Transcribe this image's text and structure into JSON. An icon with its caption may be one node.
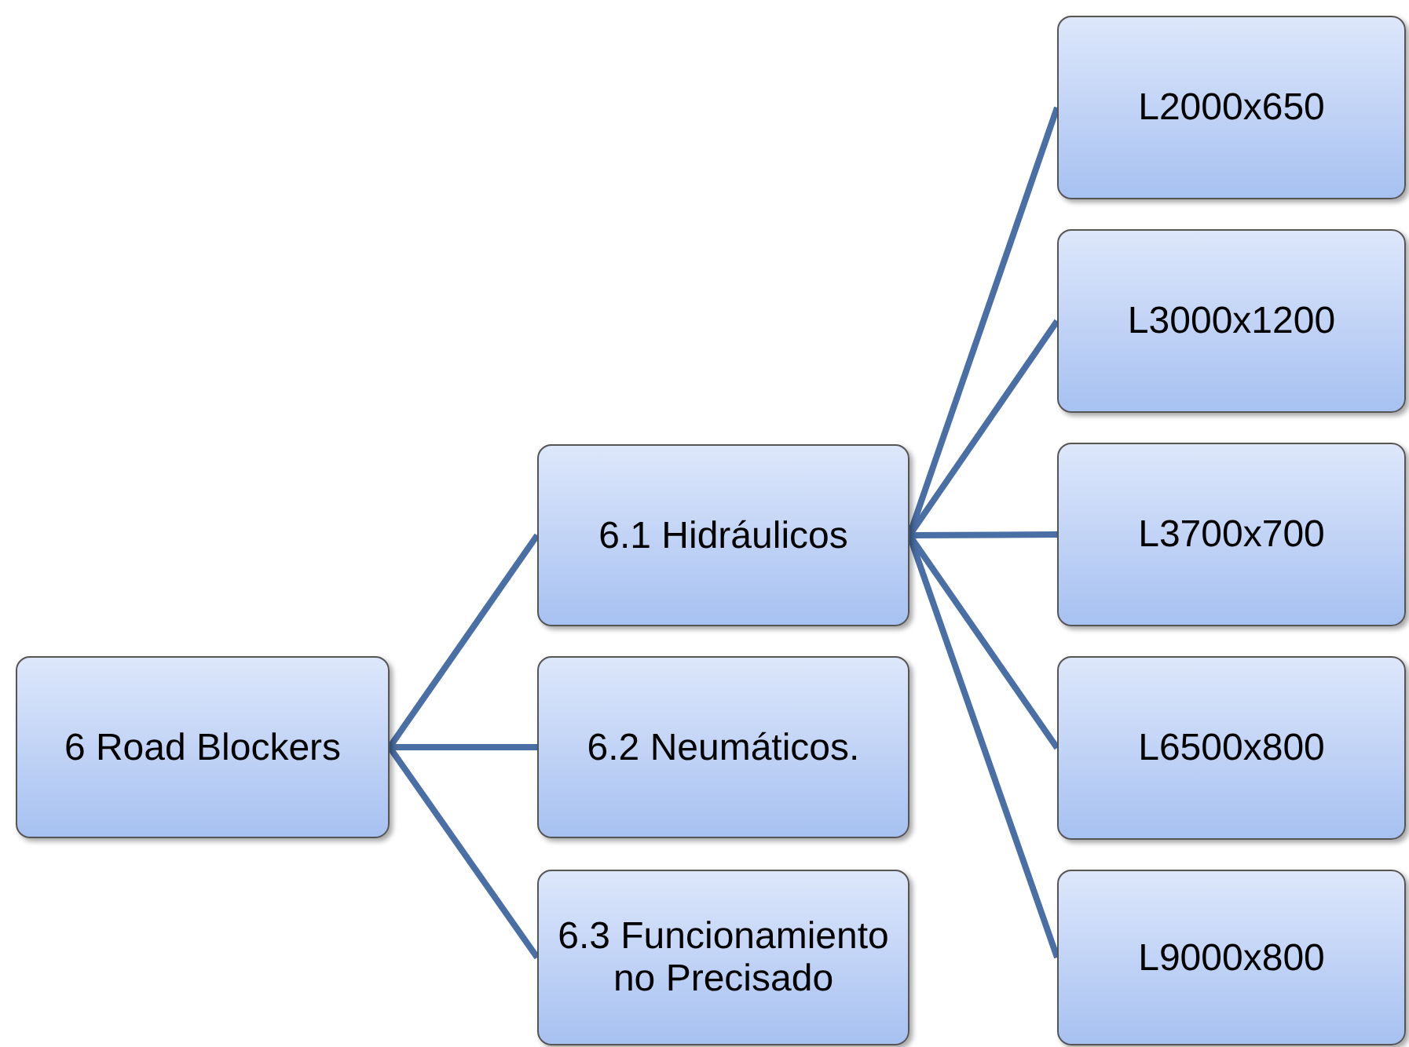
{
  "diagram": {
    "nodes": [
      {
        "text": [
          "6 Road Blockers"
        ]
      },
      {
        "text": [
          "6.1 Hidráulicos"
        ]
      },
      {
        "text": [
          "6.2 Neumáticos."
        ]
      },
      {
        "text": [
          "6.3 Funcionamiento no Precisado"
        ]
      },
      {
        "text": [
          "L2000x650"
        ]
      },
      {
        "text": [
          "L3000x1200"
        ]
      },
      {
        "text": [
          "L3700x700"
        ]
      },
      {
        "text": [
          "L6500x800"
        ]
      },
      {
        "text": [
          "L9000x800"
        ]
      }
    ],
    "edges": [
      {
        "from": 0,
        "to": 1,
        "arrow": "none"
      },
      {
        "from": 0,
        "to": 2,
        "arrow": "none"
      },
      {
        "from": 0,
        "to": 3,
        "arrow": "none"
      },
      {
        "from": 1,
        "to": 4,
        "arrow": "none"
      },
      {
        "from": 1,
        "to": 5,
        "arrow": "none"
      },
      {
        "from": 1,
        "to": 6,
        "arrow": "none"
      },
      {
        "from": 1,
        "to": 7,
        "arrow": "none"
      },
      {
        "from": 1,
        "to": 8,
        "arrow": "none"
      }
    ]
  }
}
